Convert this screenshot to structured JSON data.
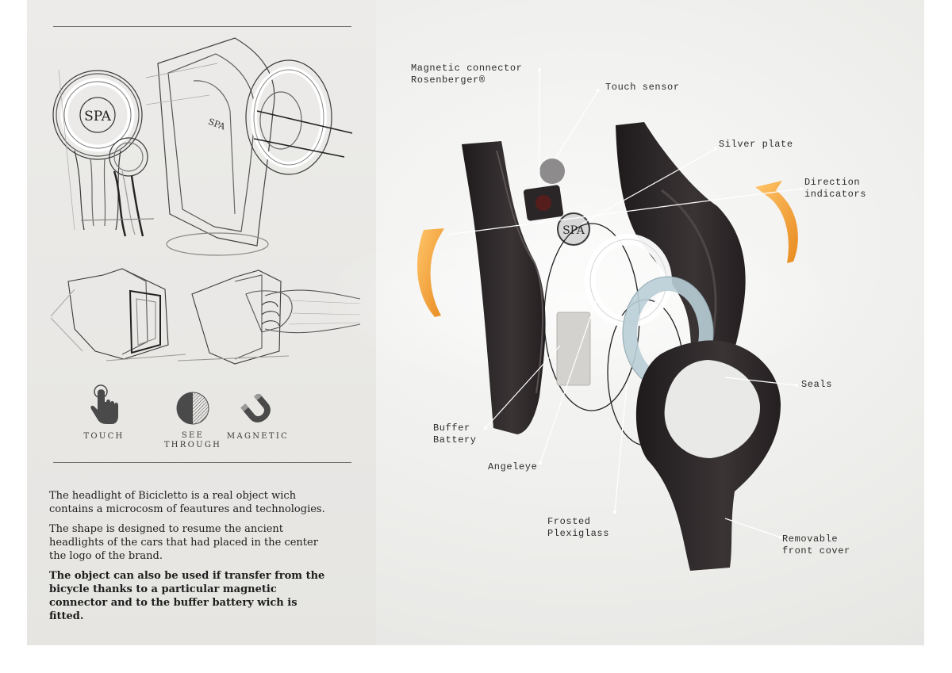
{
  "icons": [
    {
      "icon": "touch-hand-icon",
      "label_lines": [
        "TOUCH"
      ]
    },
    {
      "icon": "see-through-half-circle-icon",
      "label_lines": [
        "SEE",
        "THROUGH"
      ]
    },
    {
      "icon": "magnet-icon",
      "label_lines": [
        "MAGNETIC"
      ]
    }
  ],
  "description": {
    "p1": "The headlight of Bicicletto is a real object wich contains a microcosm of feautures and technologies.",
    "p2": "The shape is designed to resume the ancient headlights of the cars that had placed in the center the logo of the brand.",
    "p3": "The object can also be used if transfer from the bicycle thanks to a particular magnetic connector and to the buffer battery wich is fitted."
  },
  "logo_text": "SPA",
  "callouts": {
    "magnetic_connector": [
      "Magnetic connector",
      "Rosenberger®"
    ],
    "touch_sensor": [
      "Touch sensor"
    ],
    "silver_plate": [
      "Silver plate"
    ],
    "direction_indicators": [
      "Direction",
      "indicators"
    ],
    "seals": [
      "Seals"
    ],
    "buffer_battery": [
      "Buffer",
      "Battery"
    ],
    "angeleye": [
      "Angeleye"
    ],
    "frosted_plexiglass": [
      "Frosted",
      "Plexiglass"
    ],
    "removable_front_cover": [
      "Removable",
      "front cover"
    ]
  },
  "colors": {
    "shell": "#2b2627",
    "indicator_orange": "#f2a23a",
    "frosted_ring": "#b9ced6",
    "text_dark": "#1d1d1d"
  }
}
